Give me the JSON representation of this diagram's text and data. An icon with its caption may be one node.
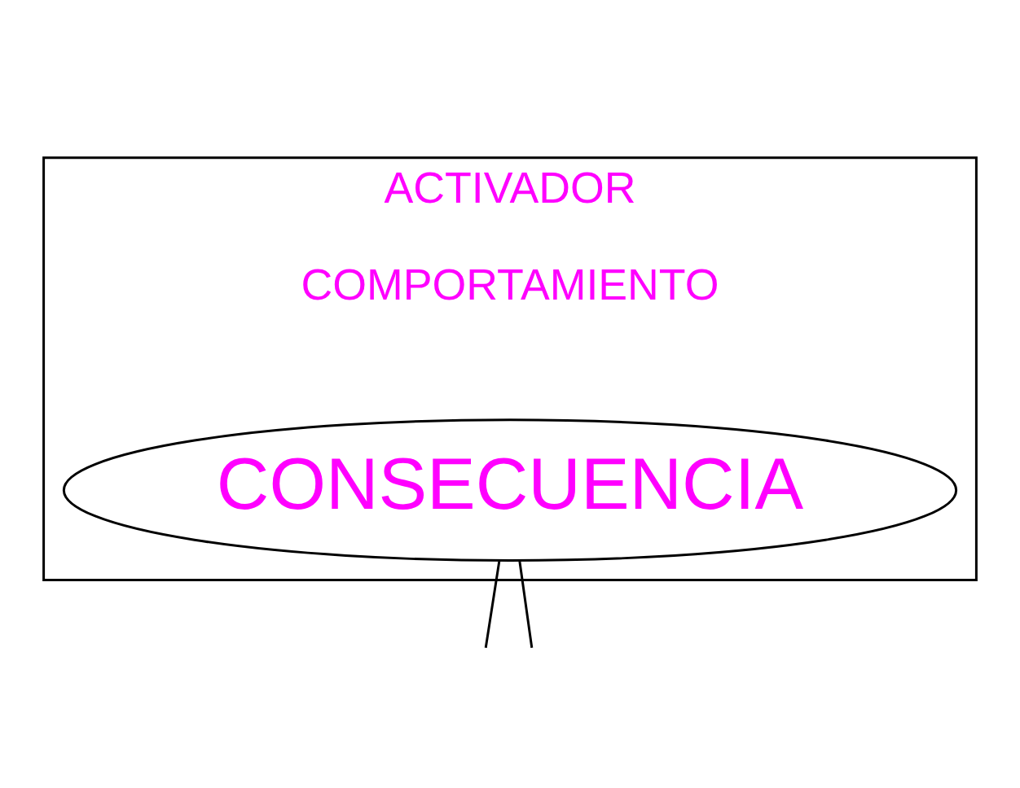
{
  "diagram": {
    "nodes": [
      {
        "text": [
          "ACTIVADOR"
        ]
      },
      {
        "text": [
          "COMPORTAMIENTO"
        ],
        "in": 0
      },
      {
        "text": [
          "CONSECUENCIA"
        ],
        "in": 0
      }
    ],
    "edges": [
      {
        "from": 2,
        "to": null,
        "arrow": "none"
      },
      {
        "from": 2,
        "to": null,
        "arrow": "none"
      }
    ]
  }
}
